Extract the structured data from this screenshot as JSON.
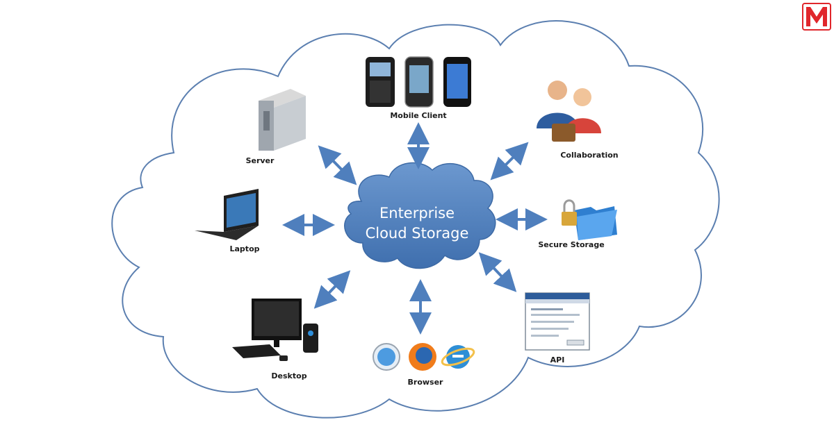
{
  "diagram": {
    "center": {
      "line1": "Enterprise",
      "line2": "Cloud Storage"
    },
    "nodes": [
      {
        "id": "mobile",
        "label": "Mobile Client",
        "icon": "mobile-phones-icon"
      },
      {
        "id": "server",
        "label": "Server",
        "icon": "server-tower-icon"
      },
      {
        "id": "collaboration",
        "label": "Collaboration",
        "icon": "people-icon"
      },
      {
        "id": "laptop",
        "label": "Laptop",
        "icon": "laptop-icon"
      },
      {
        "id": "secure",
        "label": "Secure Storage",
        "icon": "locked-folder-icon"
      },
      {
        "id": "desktop",
        "label": "Desktop",
        "icon": "desktop-computer-icon"
      },
      {
        "id": "browser",
        "label": "Browser",
        "icon": "web-browsers-icon"
      },
      {
        "id": "api",
        "label": "API",
        "icon": "web-page-icon"
      }
    ],
    "edges": [
      {
        "from": "center",
        "to": "mobile",
        "direction": "both"
      },
      {
        "from": "center",
        "to": "server",
        "direction": "both"
      },
      {
        "from": "center",
        "to": "collaboration",
        "direction": "both"
      },
      {
        "from": "center",
        "to": "laptop",
        "direction": "both"
      },
      {
        "from": "center",
        "to": "secure",
        "direction": "both"
      },
      {
        "from": "center",
        "to": "desktop",
        "direction": "both"
      },
      {
        "from": "center",
        "to": "browser",
        "direction": "both"
      },
      {
        "from": "center",
        "to": "api",
        "direction": "both"
      }
    ]
  },
  "logo": {
    "letter": "M",
    "color": "#e0262b",
    "icon": "brand-logo-icon"
  },
  "colors": {
    "cloud_outline": "#5b7fb0",
    "center_fill": "#4f7fbd",
    "arrow": "#4f7fbd"
  }
}
